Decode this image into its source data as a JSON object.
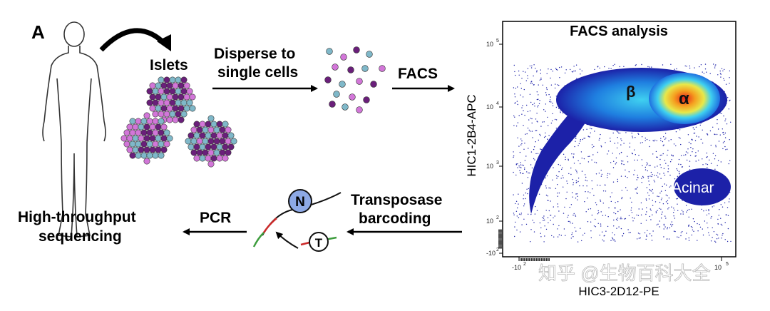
{
  "panel_label": "A",
  "steps": {
    "islets": "Islets",
    "disperse_line1": "Disperse to",
    "disperse_line2": "single cells",
    "facs": "FACS",
    "transposase_line1": "Transposase",
    "transposase_line2": "barcoding",
    "pcr": "PCR",
    "hts_line1": "High-throughput",
    "hts_line2": "sequencing"
  },
  "barcode_tags": {
    "n": "N",
    "t": "T"
  },
  "facs_plot": {
    "title": "FACS analysis",
    "x_label": "HIC3-2D12-PE",
    "y_label": "HIC1-2B4-APC",
    "y_ticks": [
      "10",
      "10",
      "10",
      "10",
      "10"
    ],
    "y_tick_exponents": [
      "5",
      "4",
      "3",
      "2",
      "2"
    ],
    "y_tick_signs": [
      "",
      "",
      "",
      "",
      "-"
    ],
    "x_ticks": [
      "-10",
      "10"
    ],
    "x_tick_exponents": [
      "2",
      "5"
    ],
    "populations": [
      "β",
      "α",
      "Acinar"
    ]
  },
  "watermark": "知乎 @生物百科大全",
  "colors": {
    "cell_teal": "#7fb8c9",
    "cell_pink": "#d276d8",
    "cell_purple": "#6a1f7a",
    "facs_dot": "#1c21a8",
    "tag_blue": "#8da9e6",
    "strand_red": "#cc2a2a",
    "strand_green": "#3c9c3c"
  }
}
